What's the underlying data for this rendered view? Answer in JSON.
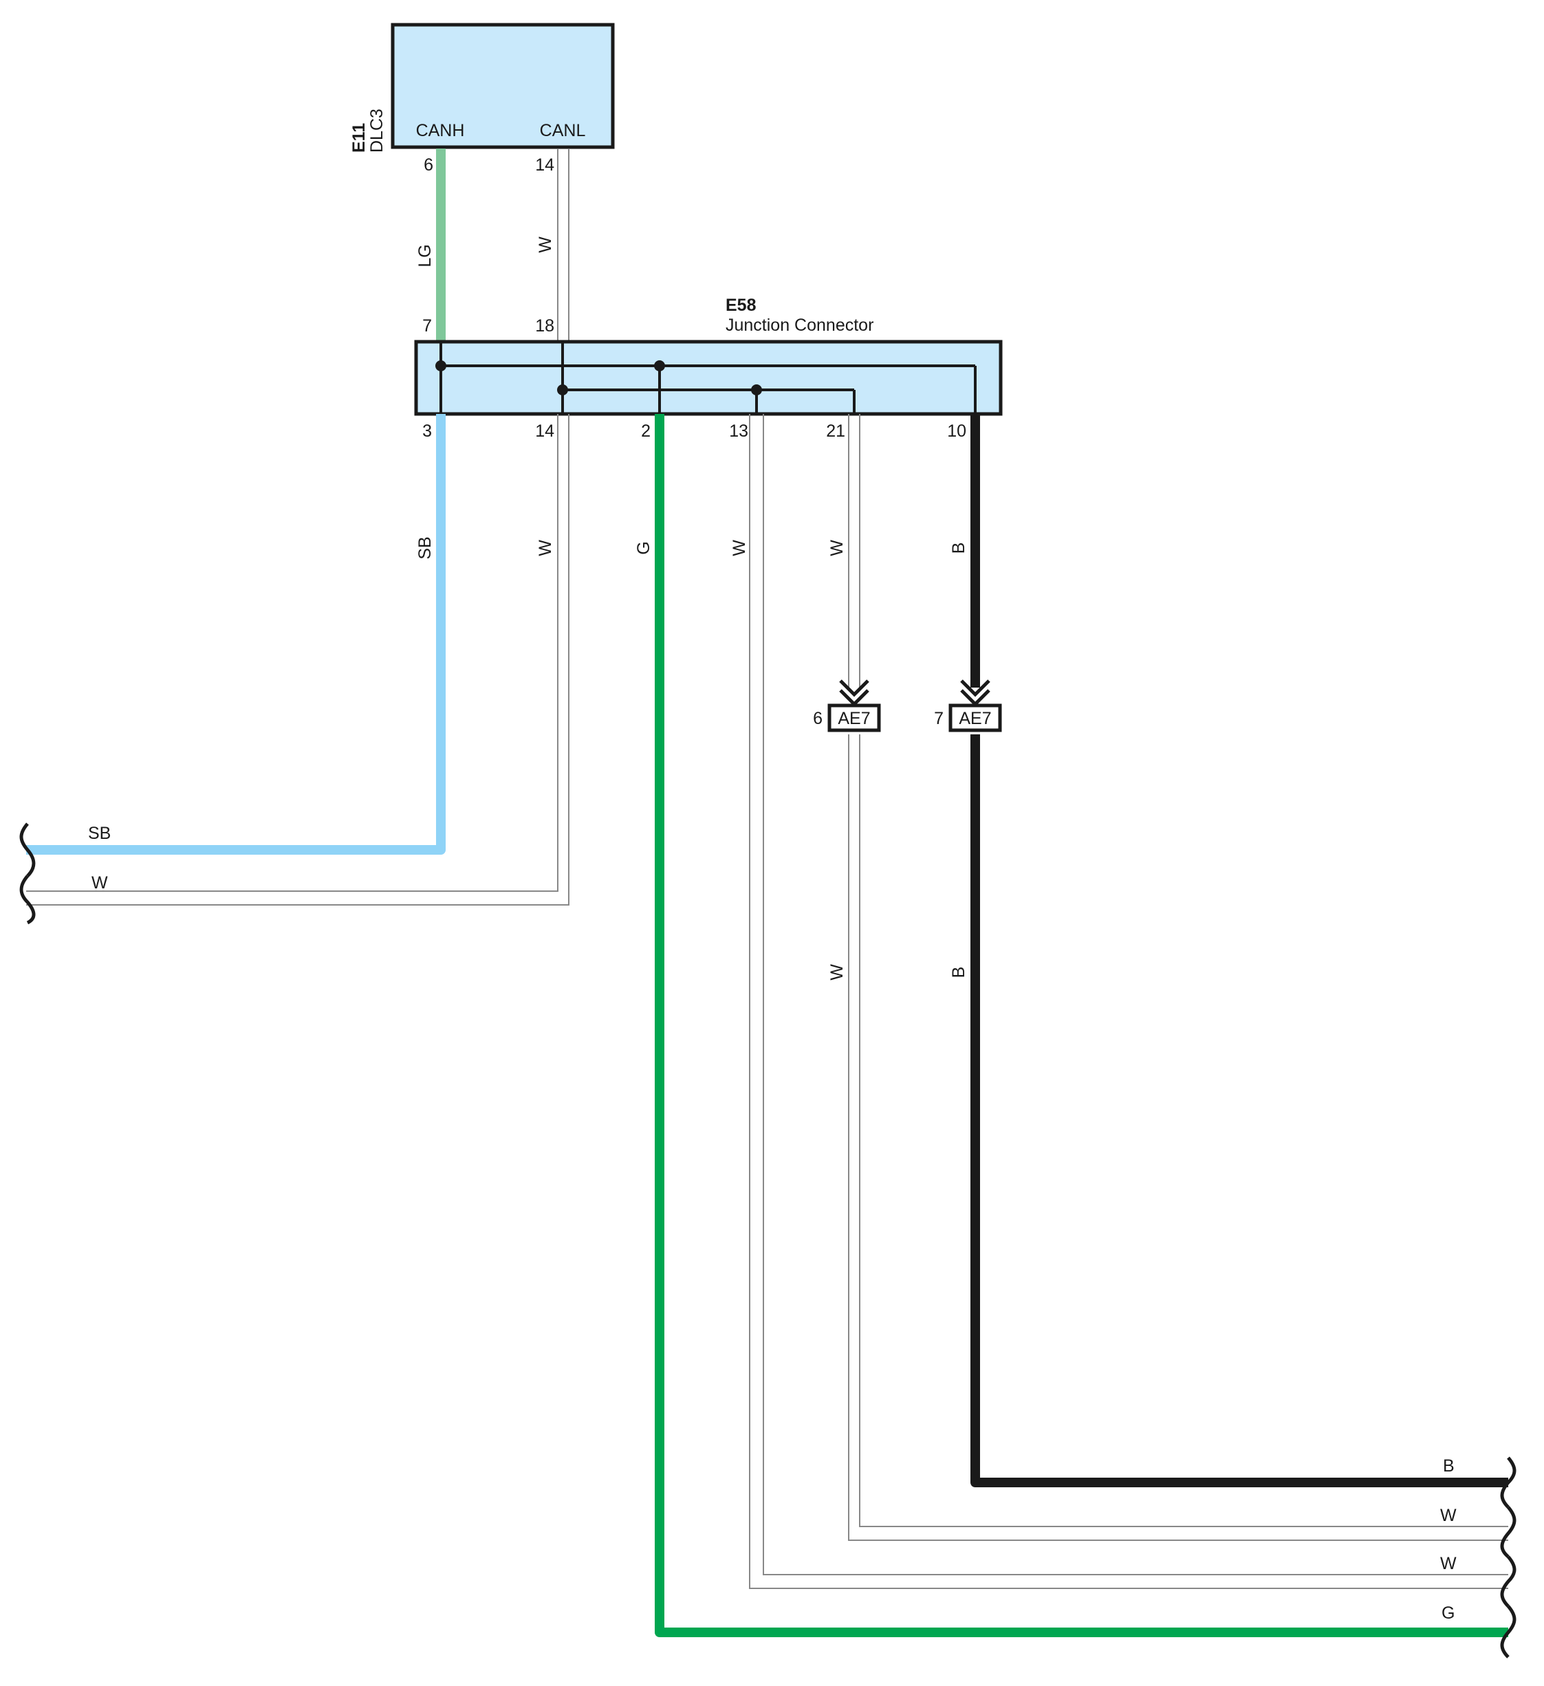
{
  "connectors": {
    "dlc3": {
      "code": "E11",
      "name": "DLC3",
      "pin_canh": "CANH",
      "pin_canl": "CANL",
      "num_canh": "6",
      "num_canl": "14"
    },
    "junction": {
      "code": "E58",
      "name": "Junction Connector",
      "top_pins": {
        "p7": "7",
        "p18": "18"
      },
      "bottom_pins": {
        "p3": "3",
        "p14": "14",
        "p2": "2",
        "p13": "13",
        "p21": "21",
        "p10": "10"
      }
    },
    "ae7": {
      "label": "AE7",
      "pin_w": "6",
      "pin_b": "7"
    }
  },
  "wire_labels": {
    "lg": "LG",
    "w_canl": "W",
    "sb": "SB",
    "w_14": "W",
    "g": "G",
    "w_13": "W",
    "w_21": "W",
    "b_10": "B",
    "w_ae7": "W",
    "b_ae7": "B"
  },
  "exit_labels": {
    "left_sb": "SB",
    "left_w": "W",
    "right_b": "B",
    "right_w1": "W",
    "right_w2": "W",
    "right_g": "G"
  },
  "colors": {
    "sb": "#8fd3f7",
    "lg": "#7fc79a",
    "g": "#00a650",
    "b": "#1a1a1a",
    "w": "#888888",
    "box_fill": "#c9e9fb"
  }
}
